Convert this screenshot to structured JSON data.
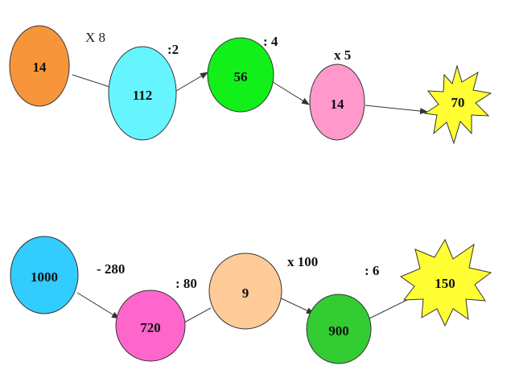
{
  "chain1": {
    "nodes": [
      "14",
      "112",
      "56",
      "14",
      "70"
    ],
    "ops": [
      "X 8",
      ":2",
      ": 4",
      "x 5"
    ]
  },
  "chain2": {
    "nodes": [
      "1000",
      "720",
      "9",
      "900",
      "150"
    ],
    "ops": [
      "- 280",
      ": 80",
      "x 100",
      ": 6"
    ]
  },
  "colors": {
    "orange": "#f7953a",
    "cyan": "#66f5ff",
    "green": "#12f01a",
    "pink": "#ff99cc",
    "yellow": "#ffff33",
    "sky": "#33ccff",
    "magenta": "#ff66cc",
    "peach": "#ffcc99",
    "darkgreen": "#33cc33"
  }
}
